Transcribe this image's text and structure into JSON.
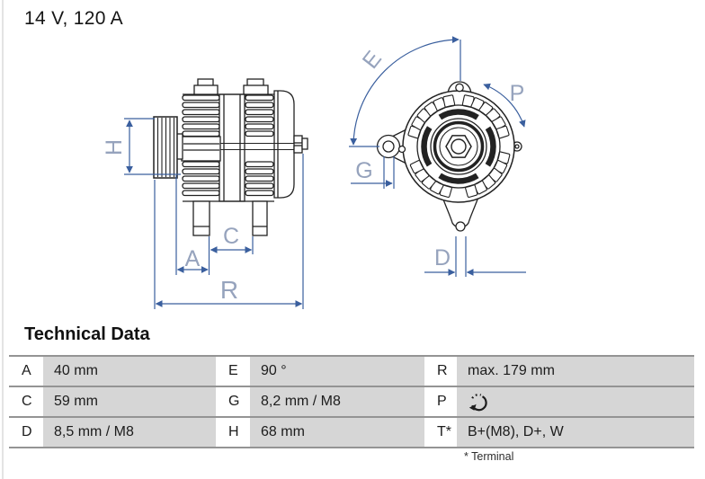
{
  "title": "14 V, 120 A",
  "section_heading": "Technical Data",
  "footnote": "* Terminal",
  "diagram": {
    "description": "alternator technical drawing, side view and front view",
    "labels": {
      "H": "H",
      "A": "A",
      "C": "C",
      "R": "R",
      "E": "E",
      "G": "G",
      "P": "P",
      "D": "D"
    }
  },
  "table": {
    "rows": [
      [
        {
          "key": "A",
          "value": "40 mm"
        },
        {
          "key": "E",
          "value": "90 °"
        },
        {
          "key": "R",
          "value": "max. 179 mm"
        }
      ],
      [
        {
          "key": "C",
          "value": "59 mm"
        },
        {
          "key": "G",
          "value": "8,2 mm / M8"
        },
        {
          "key": "P",
          "value": "",
          "icon": "rotation-clockwise-icon"
        }
      ],
      [
        {
          "key": "D",
          "value": "8,5 mm / M8"
        },
        {
          "key": "H",
          "value": "68 mm"
        },
        {
          "key": "T*",
          "value": "B+(M8), D+, W"
        }
      ]
    ]
  },
  "colors": {
    "dimension_line": "#3a5f9e",
    "dimension_label": "#96a3bd",
    "drawing_line": "#222222",
    "table_value_bg": "#d6d6d6",
    "table_separator": "#949494"
  }
}
